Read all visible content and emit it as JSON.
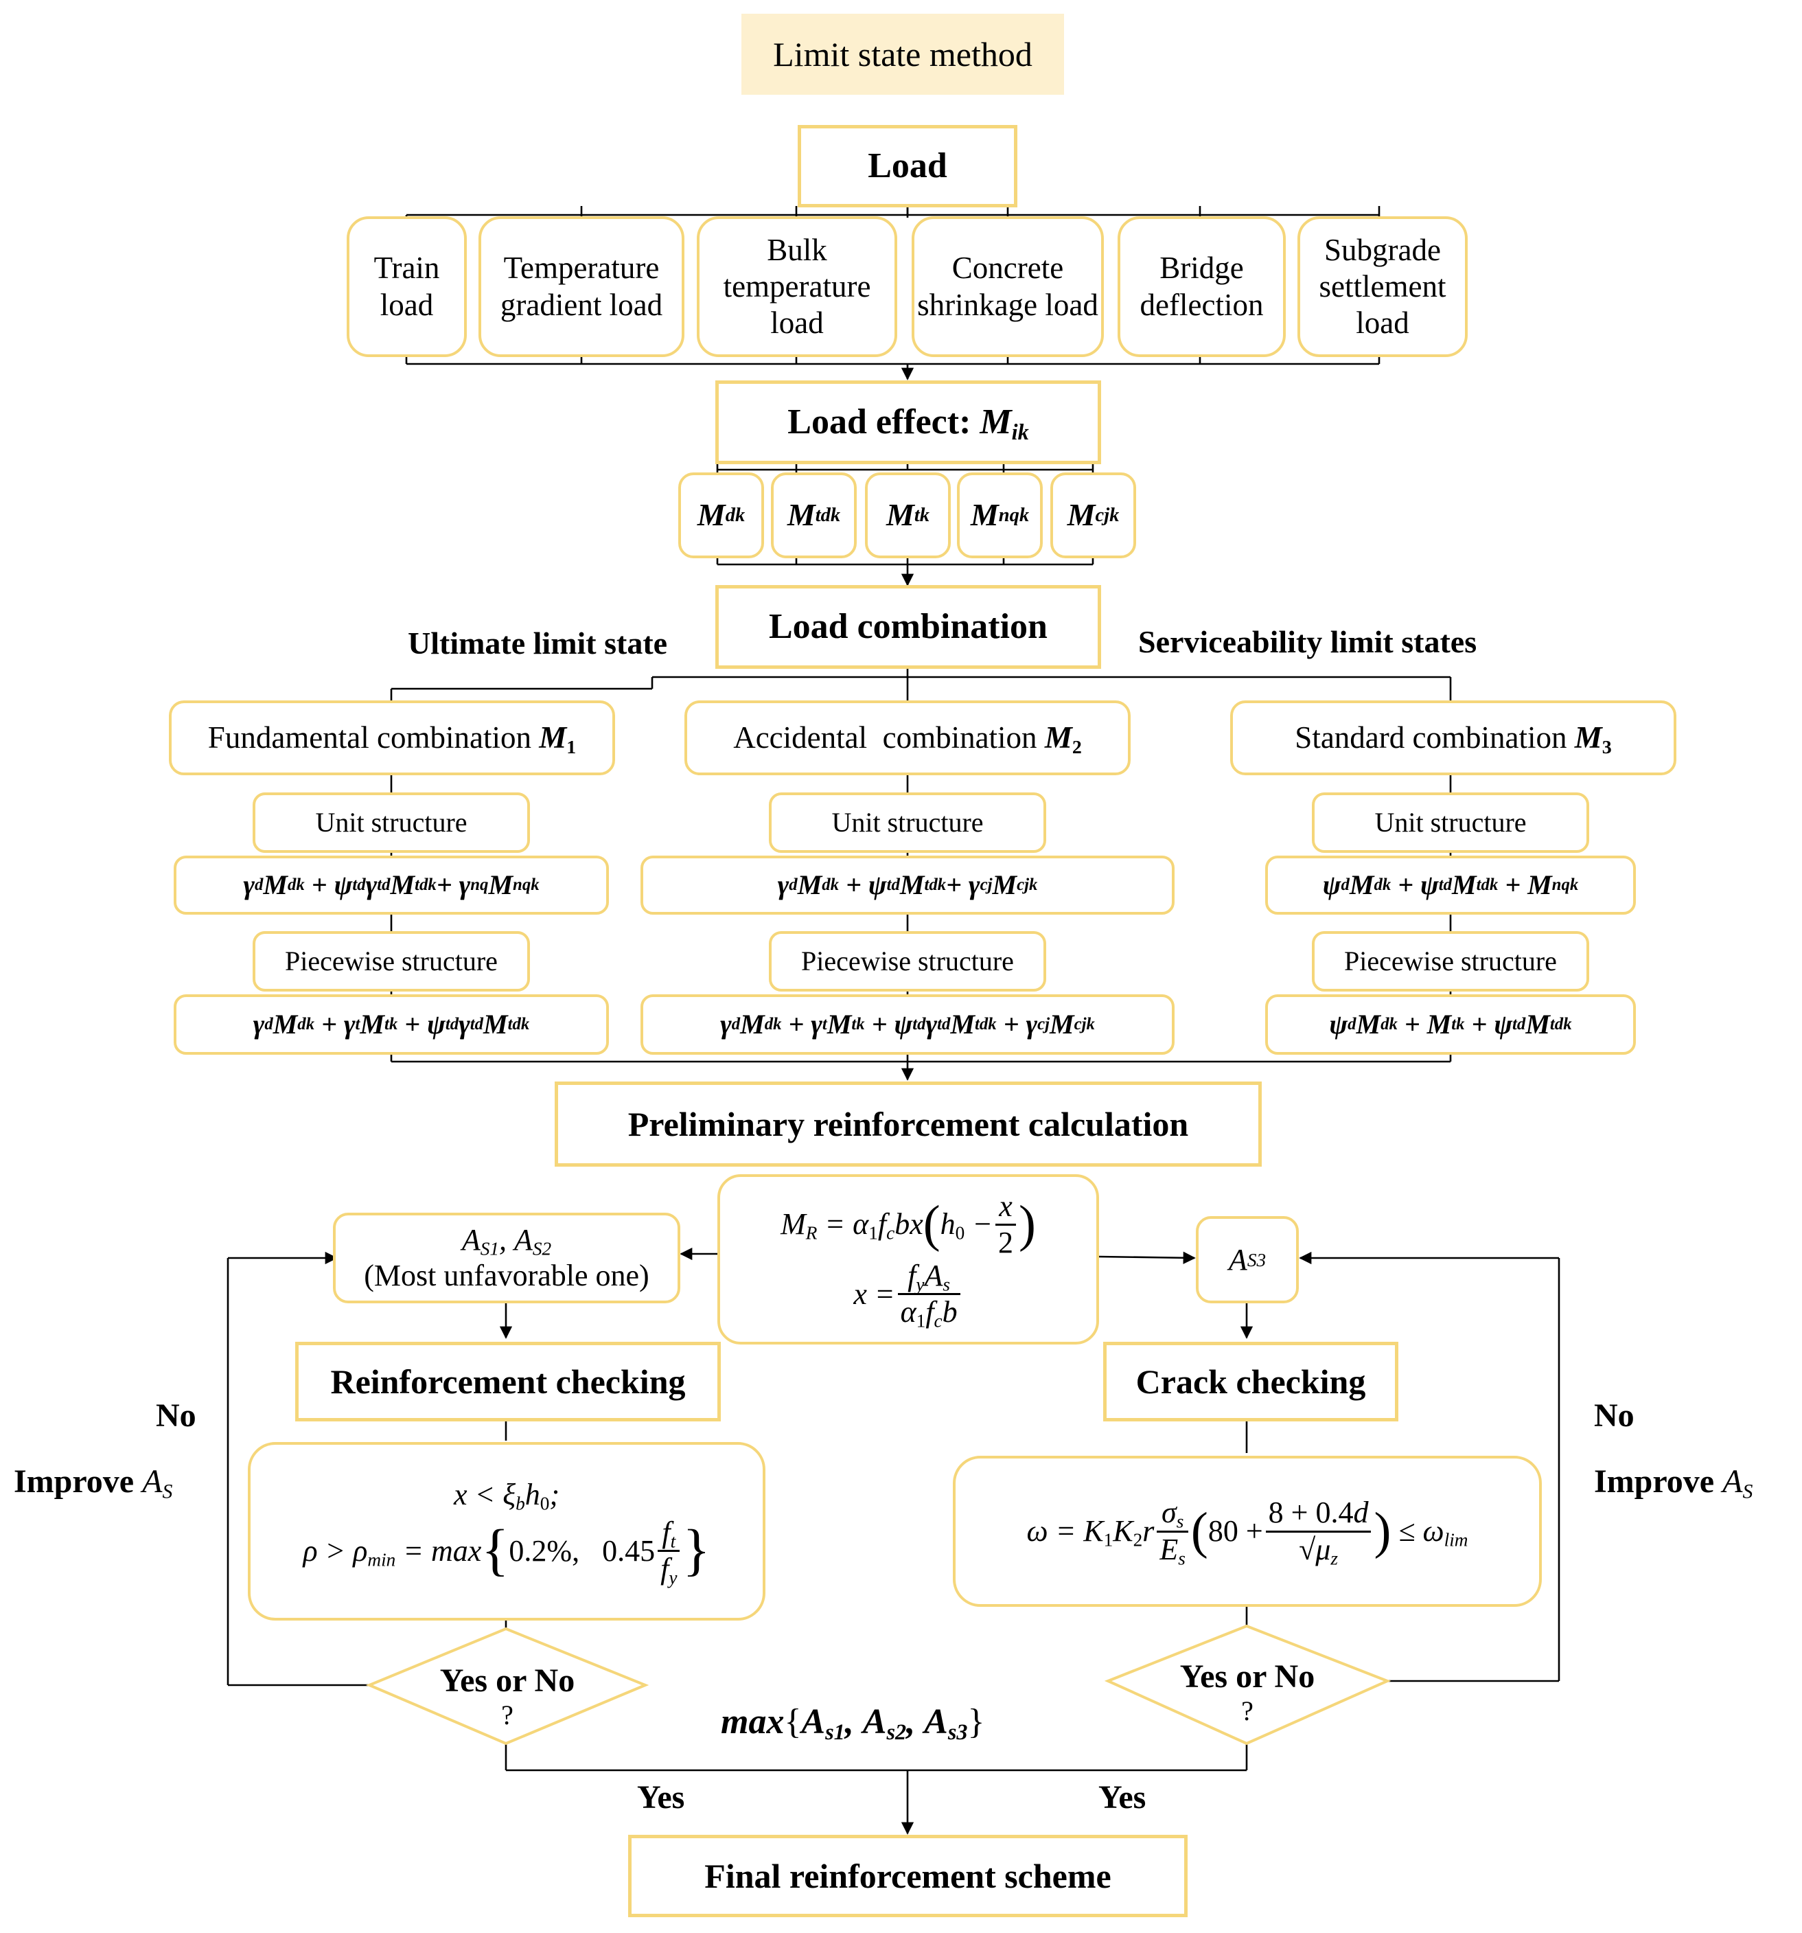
{
  "diagram": {
    "title": "Limit state method",
    "load": "Load",
    "load_types": [
      "Train load",
      "Temperature gradient load",
      "Bulk temperature load",
      "Concrete shrinkage load",
      "Bridge deflection",
      "Subgrade settlement load"
    ],
    "load_effect_text": "Load effect:",
    "load_combination": "Load combination",
    "ultimate_label": "Ultimate limit state",
    "serviceability_label": "Serviceability limit states",
    "fundamental_text": "Fundamental combination",
    "accidental_text": "Accidental  combination",
    "standard_text": "Standard combination",
    "unit_structure": "Unit structure",
    "piecewise_structure": "Piecewise structure",
    "preliminary": "Preliminary reinforcement calculation",
    "as12_note": "(Most unfavorable one)",
    "reinforcement_checking": "Reinforcement checking",
    "crack_checking": "Crack checking",
    "no_label": "No",
    "improve_text": "Improve",
    "decision": "Yes or No",
    "decision_q": "?",
    "yes_label": "Yes",
    "final": "Final reinforcement scheme",
    "max_text": "max",
    "formula_min_text": "max",
    "pct_02": "0.2%,",
    "coef_045": "0.45",
    "crack_80": "80 +",
    "crack_num": "8 + 0.4"
  }
}
